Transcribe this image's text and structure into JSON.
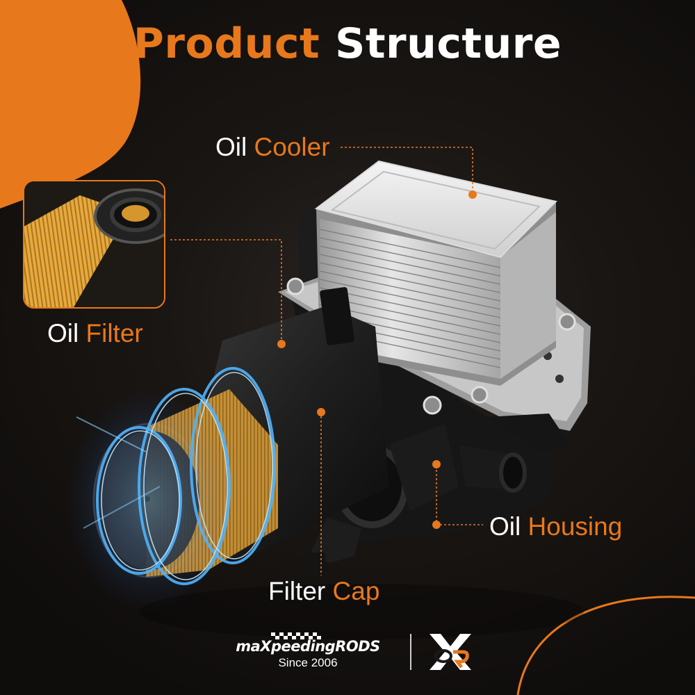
{
  "heading": {
    "word1": "Product",
    "word2": "Structure"
  },
  "labels": {
    "oil_cooler": {
      "plain": "Oil",
      "accent": "Cooler"
    },
    "oil_filter": {
      "plain": "Oil",
      "accent": "Filter"
    },
    "oil_housing": {
      "plain": "Oil",
      "accent": "Housing"
    },
    "filter_cap": {
      "plain": "Filter",
      "accent": "Cap"
    }
  },
  "brand": {
    "name_part1": "maX",
    "name_part2": "peedingRODS",
    "since": "Since 2006",
    "logo_lettering": "XOR"
  },
  "colors": {
    "accent": "#e8781c",
    "background": "#141110",
    "text": "#ffffff",
    "leader_line": "#e8781c"
  }
}
